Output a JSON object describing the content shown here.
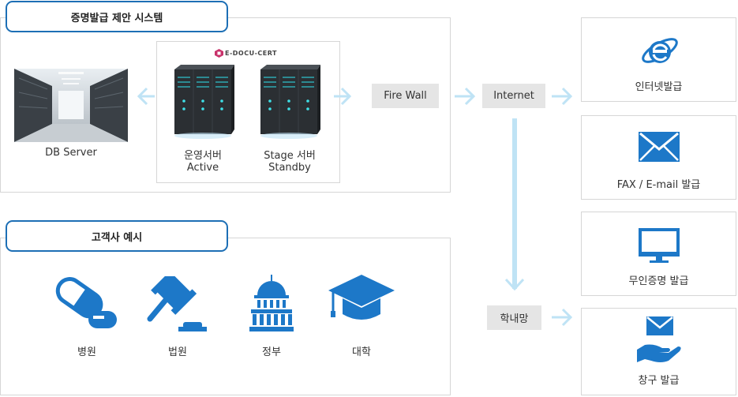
{
  "system": {
    "title": "증명발급 제안 시스템",
    "brand": "E-DOCU-CERT",
    "db_label": "DB Server",
    "active_label_1": "운영서버",
    "active_label_2": "Active",
    "stage_label_1": "Stage 서버",
    "stage_label_2": "Standby"
  },
  "network": {
    "firewall": "Fire Wall",
    "internet": "Internet",
    "intranet": "학내망"
  },
  "channels": [
    {
      "label": "인터넷발급",
      "icon": "internet-explorer-icon"
    },
    {
      "label": "FAX / E-mail 발급",
      "icon": "envelope-icon"
    },
    {
      "label": "무인증명 발급",
      "icon": "monitor-icon"
    },
    {
      "label": "창구 발급",
      "icon": "hand-envelope-icon"
    }
  ],
  "customers": {
    "title": "고객사 예시",
    "items": [
      {
        "label": "병원",
        "icon": "pill-icon"
      },
      {
        "label": "법원",
        "icon": "gavel-icon"
      },
      {
        "label": "정부",
        "icon": "capitol-icon"
      },
      {
        "label": "대학",
        "icon": "graduation-cap-icon"
      }
    ]
  },
  "colors": {
    "accent": "#1d6fb5",
    "arrow": "#bfe3f5",
    "box_gray": "#e5e5e5"
  }
}
